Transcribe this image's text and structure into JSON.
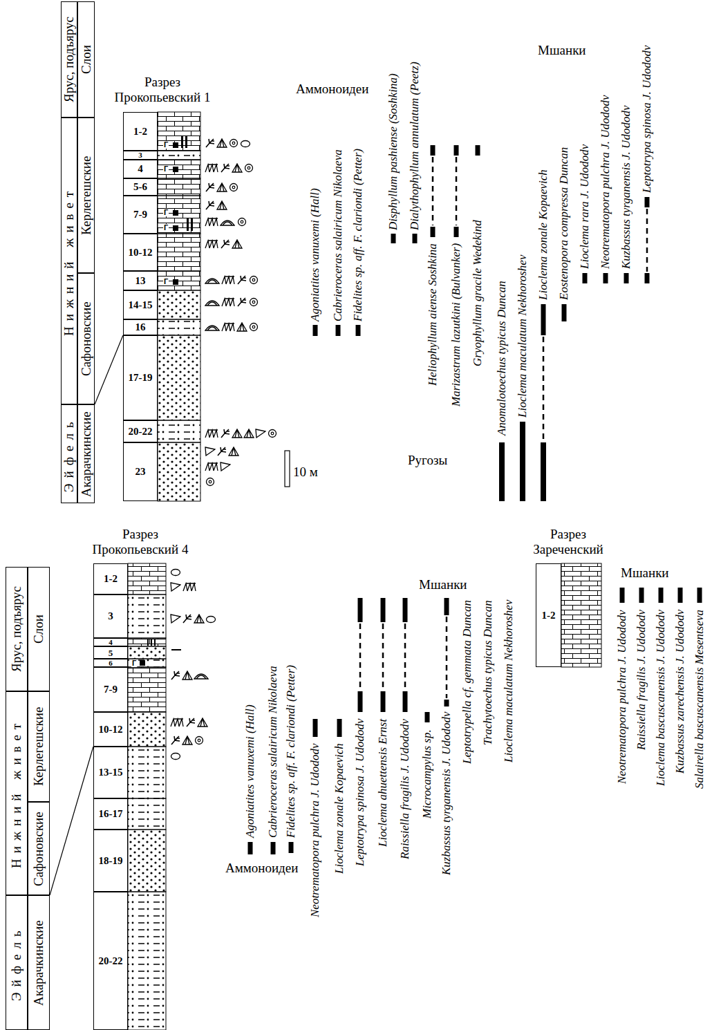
{
  "diagram": {
    "nodes": [
      {
        "text": [
          "Ярус, подъярус"
        ]
      },
      {
        "text": [
          "Слои"
        ]
      },
      {
        "text": [
          "Нижний живет"
        ]
      },
      {
        "text": [
          "Керлегешские"
        ]
      },
      {
        "text": [
          "Сафоновские"
        ]
      },
      {
        "text": [
          "Эйфель"
        ]
      },
      {
        "text": [
          "Акарачкинские"
        ]
      },
      {
        "text": [
          "1-2"
        ]
      },
      {
        "text": [
          "3"
        ]
      },
      {
        "text": [
          "4"
        ]
      },
      {
        "text": [
          "5-6"
        ]
      },
      {
        "text": [
          "7-9"
        ]
      },
      {
        "text": [
          "10-12"
        ]
      },
      {
        "text": [
          "13"
        ]
      },
      {
        "text": [
          "14-15"
        ]
      },
      {
        "text": [
          "16"
        ]
      },
      {
        "text": [
          "17-19"
        ]
      },
      {
        "text": [
          "20-22"
        ]
      },
      {
        "text": [
          "23"
        ]
      },
      {
        "text": [
          "Ярус, подъярус"
        ]
      },
      {
        "text": [
          "Слои"
        ]
      },
      {
        "text": [
          "Нижний живет"
        ]
      },
      {
        "text": [
          "Керлегешские"
        ]
      },
      {
        "text": [
          "Сафоновские"
        ]
      },
      {
        "text": [
          "Эйфель"
        ]
      },
      {
        "text": [
          "Акарачкинские"
        ]
      },
      {
        "text": [
          "1-2"
        ]
      },
      {
        "text": [
          "3"
        ]
      },
      {
        "text": [
          "4"
        ]
      },
      {
        "text": [
          "5"
        ]
      },
      {
        "text": [
          "6"
        ]
      },
      {
        "text": [
          "7-9"
        ]
      },
      {
        "text": [
          "10-12"
        ]
      },
      {
        "text": [
          "13-15"
        ]
      },
      {
        "text": [
          "16-17"
        ]
      },
      {
        "text": [
          "18-19"
        ]
      },
      {
        "text": [
          "20-22"
        ]
      },
      {
        "text": [
          "1-2"
        ]
      }
    ],
    "labels": [
      "Разрез Прокопьевский 1",
      "Аммоноидеи",
      "Agoniatites vanuxemi (Hall)",
      "Cabrieroceras salairicum Nikolaeva",
      "Fidelites sp. aff. F. clariondi (Petter)",
      "Ругозы",
      "Disphyllum pashiense (Soshkina)",
      "Dialythophyllum annulatum (Peetz)",
      "Heliophyllum aiense Soshkina",
      "Marizastrum lazutkini (Bulvanker)",
      "Gryophyllum gracile Wedekind",
      "Anomalotoechus typicus Duncan",
      "Lioclema maculatum Nekhoroshev",
      "Мшанки",
      "Lioclema zonale Kopaevich",
      "Eostenopora compressa Duncan",
      "Lioclema rara J. Udododv",
      "Neotrematopora pulchra J. Udododv",
      "Kuzbassus tyrganensis J. Udododv",
      "Leptotrypa spinosa J. Udododv",
      "10 м",
      "Г",
      "Г",
      "Г",
      "Г",
      "Г",
      "Разрез Прокопьевский 4",
      "Аммоноидеи",
      "Agoniatites vanuxemi (Hall)",
      "Cabrieroceras salairicum Nikolaeva",
      "Fidelites sp. aff. F. clariondi (Petter)",
      "Мшанки",
      "Neotrematopora pulchra J. Udododv",
      "Lioclema zonale Kopaevich",
      "Leptotrypa spinosa J. Udododv",
      "Lioclema ahuettensis Ernst",
      "Raissiella fragilis J. Udododv",
      "Microcampylus sp.",
      "Kuzbassus tyrganensis J. Udododv",
      "Leptotrypella cf. gemmata Duncan",
      "Trachytoechus typicus Duncan",
      "Lioclema maculatum Nekhoroshev",
      "Г",
      "Разрез Зареченский",
      "Мшанки",
      "Neotrematopora pulchra J. Udododv",
      "Raissiella fragilis J. Udododv",
      "Lioclema bascuscanensis J. Udododv",
      "Kuzbassus zarechensis J. Udododv",
      "Salairella bascuscanensis Mesentseva"
    ]
  }
}
